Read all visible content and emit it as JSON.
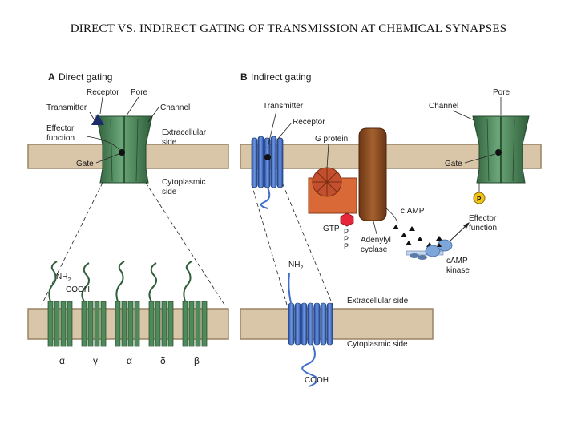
{
  "slide": {
    "title": "DIRECT VS. INDIRECT GATING OF TRANSMISSION AT CHEMICAL SYNAPSES"
  },
  "panel_a": {
    "label_letter": "A",
    "label_text": "Direct gating",
    "receptor": "Receptor",
    "pore": "Pore",
    "transmitter": "Transmitter",
    "channel": "Channel",
    "effector_line1": "Effector",
    "effector_line2": "function",
    "extracellular_line1": "Extracellular",
    "extracellular_line2": "side",
    "gate": "Gate",
    "cytoplasmic_line1": "Cytoplasmic",
    "cytoplasmic_line2": "side",
    "nh2": "NH",
    "nh2_sub": "2",
    "cooh": "COOH",
    "subunits": [
      "α",
      "γ",
      "α",
      "δ",
      "β"
    ]
  },
  "panel_b": {
    "label_letter": "B",
    "label_text": "Indirect gating",
    "transmitter": "Transmitter",
    "channel": "Channel",
    "pore": "Pore",
    "receptor": "Receptor",
    "g_protein": "G protein",
    "gate": "Gate",
    "p_symbol": "P",
    "gtp": "GTP",
    "ppp": [
      "P",
      "P",
      "P"
    ],
    "camp": "c.AMP",
    "effector_line1": "Effector",
    "effector_line2": "function",
    "adenylyl_line1": "Adenylyl",
    "adenylyl_line2": "cyclase",
    "camp_kinase_line1": "cAMP",
    "camp_kinase_line2": "kinase",
    "nh2": "NH",
    "nh2_sub": "2",
    "extracellular": "Extracellular side",
    "cytoplasmic": "Cytoplasmic side",
    "cooh": "COOH"
  },
  "colors": {
    "membrane": "#d9c6a8",
    "membrane_edge": "#9a8466",
    "channel_green": "#4f8a5b",
    "channel_dark": "#2f5e3a",
    "receptor_blue": "#3f6fc8",
    "g_protein_red": "#c2502e",
    "cyclase_brown": "#8a4a22",
    "kinase_blue": "#7ea6d8"
  }
}
